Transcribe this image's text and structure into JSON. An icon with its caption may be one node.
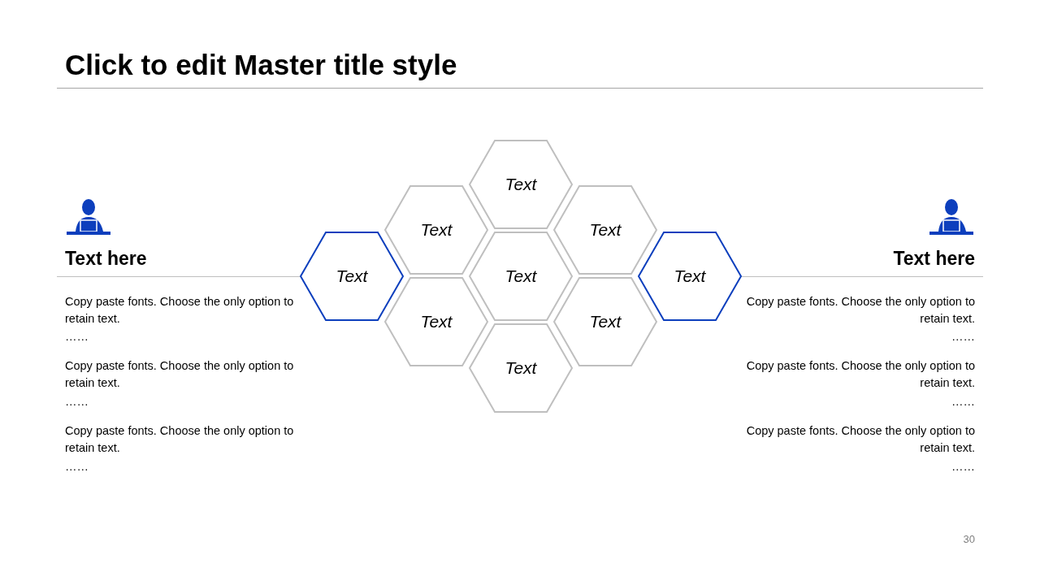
{
  "diagram": {
    "title": "Click to edit Master title style",
    "nodes": [
      {
        "text": [
          "Text"
        ]
      },
      {
        "text": [
          "Text"
        ]
      },
      {
        "text": [
          "Text"
        ]
      },
      {
        "text": [
          "Text"
        ]
      },
      {
        "text": [
          "Text"
        ]
      },
      {
        "text": [
          "Text"
        ]
      },
      {
        "text": [
          "Text"
        ]
      },
      {
        "text": [
          "Text"
        ]
      },
      {
        "text": [
          "Text"
        ]
      }
    ],
    "labels": [
      "Text here",
      "Copy paste fonts. Choose the only option to retain text.",
      "……",
      "Copy paste fonts. Choose the only option to retain text.",
      "……",
      "Copy paste fonts. Choose the only option to retain text.",
      "……",
      "Text here",
      "Copy paste fonts. Choose the only option to retain text.",
      "……",
      "Copy paste fonts. Choose the only option to retain text.",
      "……",
      "Copy paste fonts. Choose the only option to retain text.",
      "……",
      "30"
    ]
  }
}
